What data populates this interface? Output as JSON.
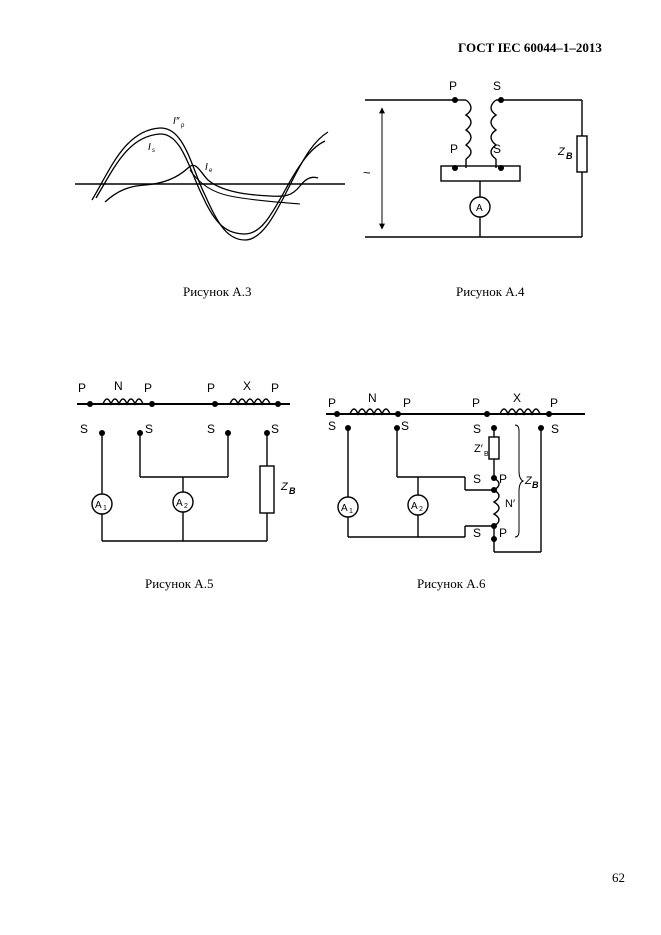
{
  "header": {
    "standard": "ГОСТ IEC 60044–1–2013"
  },
  "figures": {
    "a3": {
      "caption": "Рисунок А.3",
      "labels": {
        "ip": "I″",
        "ip_sub": "p",
        "is": "I",
        "is_sub": "s",
        "ie": "I",
        "ie_sub": "e"
      }
    },
    "a4": {
      "caption": "Рисунок А.4",
      "labels": {
        "p_top": "P",
        "s_top": "S",
        "p_bot": "P",
        "s_bot": "S",
        "z": "Z",
        "z_sub": "B",
        "ammeter": "A",
        "source": "~"
      }
    },
    "a5": {
      "caption": "Рисунок А.5",
      "labels": {
        "p1": "P",
        "n": "N",
        "p2": "P",
        "p3": "P",
        "x": "X",
        "p4": "P",
        "s1": "S",
        "s2": "S",
        "s3": "S",
        "s4": "S",
        "z": "Z",
        "z_sub": "B",
        "a1": "A",
        "a1_sub": "1",
        "a2": "A",
        "a2_sub": "2"
      }
    },
    "a6": {
      "caption": "Рисунок А.6",
      "labels": {
        "p1": "P",
        "n": "N",
        "p2": "P",
        "p3": "P",
        "x": "X",
        "p4": "P",
        "s1": "S",
        "s2": "S",
        "s3": "S",
        "s4": "S",
        "zp": "Z′",
        "zp_sub": "B",
        "s5": "S",
        "p5": "P",
        "nprime": "N′",
        "z": "Z",
        "z_sub": "B",
        "s6": "S",
        "p6": "P",
        "a1": "A",
        "a1_sub": "1",
        "a2": "A",
        "a2_sub": "2"
      }
    }
  },
  "page": {
    "number": "62"
  }
}
